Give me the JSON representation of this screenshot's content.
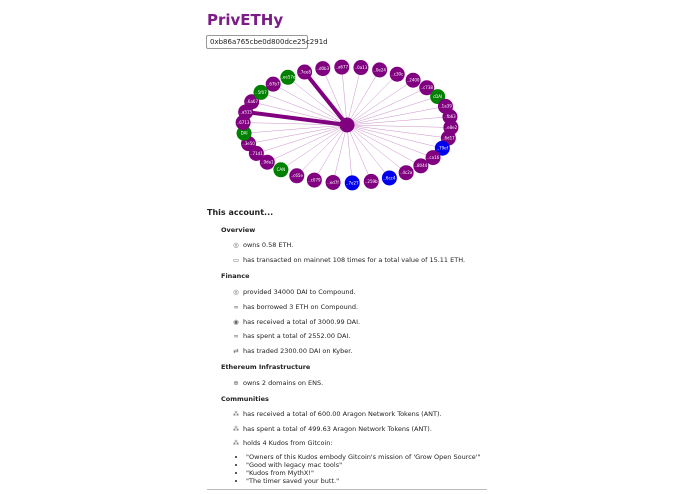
{
  "app": {
    "title": "PrivETHy",
    "address_value": "0xb86a765cbe0d800dce25c291d"
  },
  "graph": {
    "colors": {
      "purple": "#800080",
      "green": "#008000",
      "blue": "#0000ee"
    },
    "nodes": [
      {
        "label": "..a515",
        "color": "purple",
        "weight": "heavy"
      },
      {
        "label": "..6a67",
        "color": "purple"
      },
      {
        "label": "..5f07",
        "color": "green"
      },
      {
        "label": "..67b7",
        "color": "purple"
      },
      {
        "label": "..ee57e",
        "color": "green"
      },
      {
        "label": "..7ee8",
        "color": "purple",
        "weight": "heavy"
      },
      {
        "label": "..d0b3",
        "color": "purple"
      },
      {
        "label": "..a677",
        "color": "purple"
      },
      {
        "label": "..0a13",
        "color": "purple"
      },
      {
        "label": "..0e24",
        "color": "purple"
      },
      {
        "label": "..c30c",
        "color": "purple"
      },
      {
        "label": "..2400",
        "color": "purple"
      },
      {
        "label": "..c738",
        "color": "purple"
      },
      {
        "label": "cDAI",
        "color": "green"
      },
      {
        "label": "..1a39",
        "color": "purple"
      },
      {
        "label": "..fb63",
        "color": "purple"
      },
      {
        "label": "..e8e2",
        "color": "purple"
      },
      {
        "label": "..6d17",
        "color": "purple"
      },
      {
        "label": "..79ef",
        "color": "blue"
      },
      {
        "label": "..ca16",
        "color": "purple"
      },
      {
        "label": "..8044",
        "color": "purple"
      },
      {
        "label": "..4c2a",
        "color": "purple"
      },
      {
        "label": "..6cc4",
        "color": "blue"
      },
      {
        "label": "..259b",
        "color": "purple"
      },
      {
        "label": "..7e27",
        "color": "blue"
      },
      {
        "label": "..ed7f",
        "color": "purple"
      },
      {
        "label": "..c079",
        "color": "purple"
      },
      {
        "label": "..c65e",
        "color": "purple"
      },
      {
        "label": "CAN",
        "color": "green"
      },
      {
        "label": "..9da1",
        "color": "purple"
      },
      {
        "label": "..71d1",
        "color": "purple"
      },
      {
        "label": "..3e50",
        "color": "purple"
      },
      {
        "label": "DAI",
        "color": "green"
      },
      {
        "label": "..6713",
        "color": "purple"
      }
    ]
  },
  "report": {
    "heading": "This account...",
    "sections": {
      "overview": "Overview",
      "finance": "Finance",
      "infrastructure": "Ethereum Infrastructure",
      "communities": "Communities"
    },
    "items": {
      "owns_eth": "owns 0.58 ETH.",
      "transacted": "has transacted on mainnet 108 times for a total value of 15.11 ETH.",
      "provided_dai": "provided 34000 DAI to Compound.",
      "borrowed_eth": "has borrowed 3 ETH on Compound.",
      "received_dai": "has received a total of 3000.99 DAI.",
      "spent_dai": "has spent a total of 2552.00 DAI.",
      "traded_dai": "has traded 2300.00 DAI on Kyber.",
      "ens_domains": "owns 2 domains on ENS.",
      "received_ant": "has received a total of 600.00 Aragon Network Tokens (ANT).",
      "spent_ant": "has spent a total of 499.63 Aragon Network Tokens (ANT).",
      "kudos": "holds 4 Kudos from Gitcoin:"
    },
    "kudos_list": [
      "\"Owners of this Kudos embody Gitcoin's mission of 'Grow Open Source'\"",
      "\"Good with legacy mac tools\"",
      "\"Kudos from MythX!\"",
      "\"The timer saved your butt.\""
    ]
  }
}
